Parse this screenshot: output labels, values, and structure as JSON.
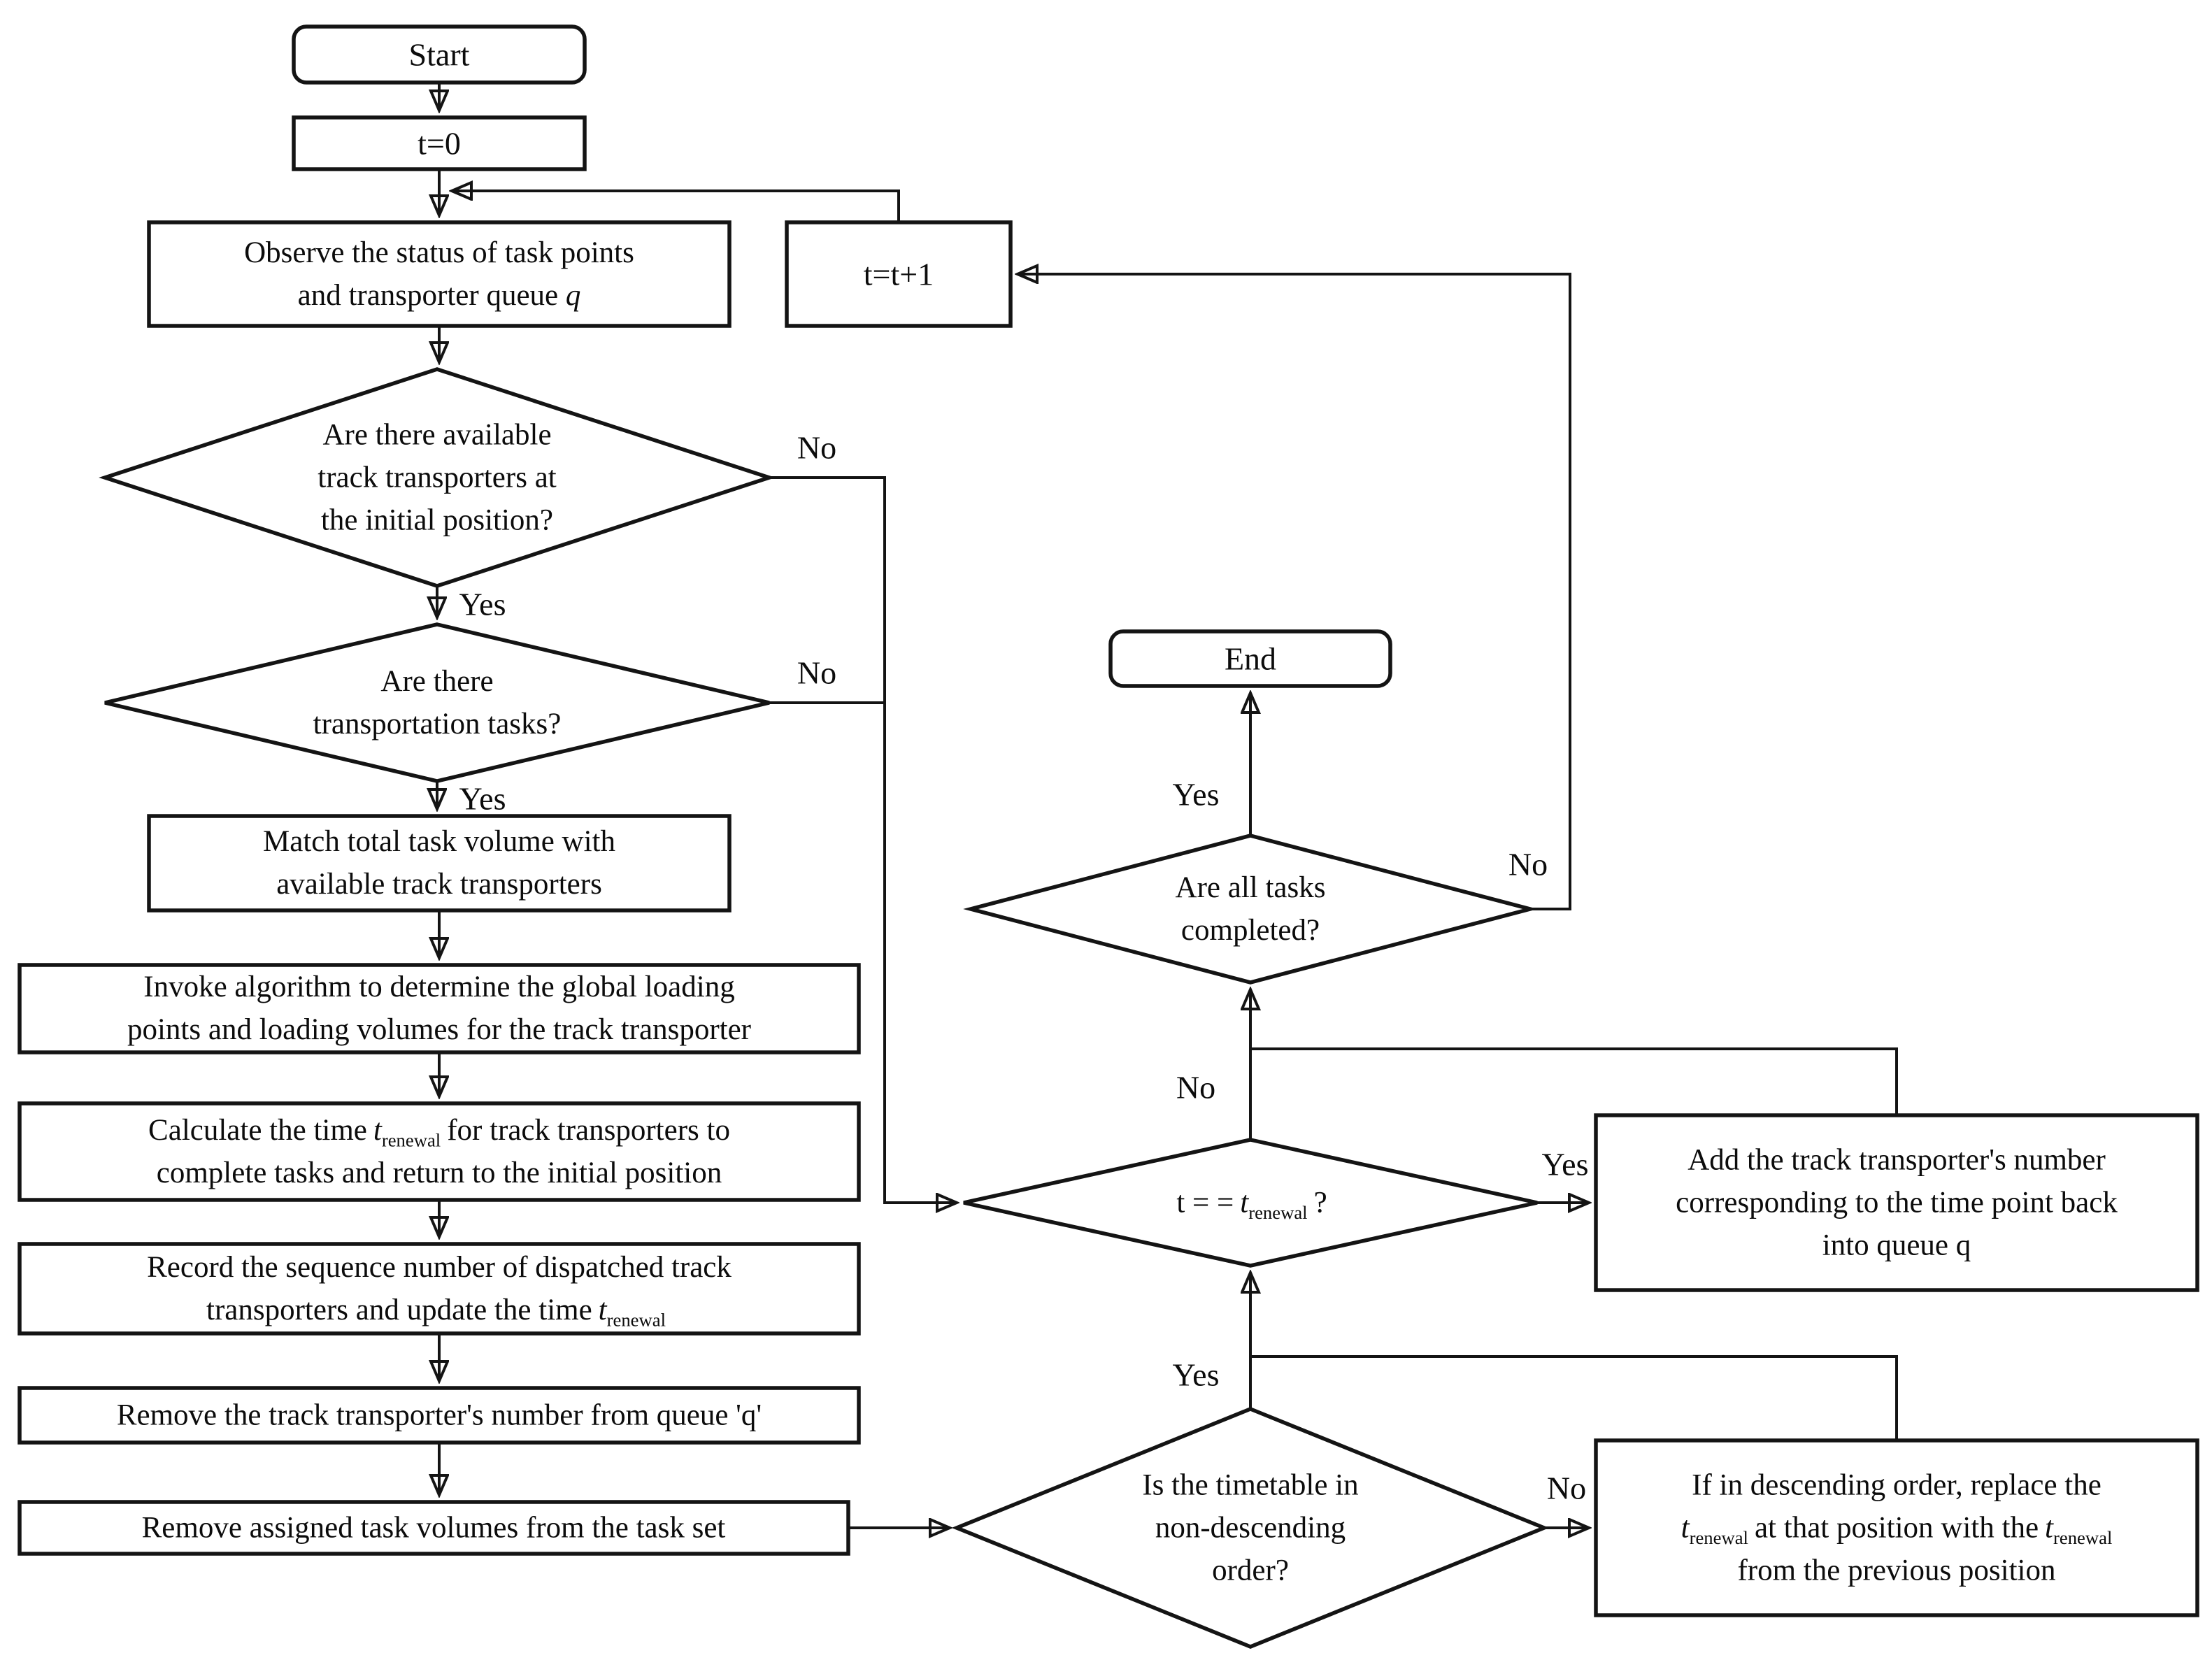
{
  "colors": {
    "ink": "#141414",
    "paper": "#ffffff"
  },
  "labels": {
    "yes": "Yes",
    "no": "No"
  },
  "sym": {
    "t": "t",
    "sub": "renewal"
  },
  "nodes": {
    "start": {
      "label": "Start"
    },
    "t0": {
      "label": "t=0"
    },
    "observe": {
      "line1": "Observe the status of task points",
      "line2_pre": "and transporter queue",
      "line2_it": "q"
    },
    "tplus": {
      "label": "t=t+1"
    },
    "d1": {
      "line1": "Are there available",
      "line2": "track transporters at",
      "line3": "the initial position?"
    },
    "d2": {
      "line1": "Are there",
      "line2": "transportation tasks?"
    },
    "match": {
      "line1": "Match total task volume with",
      "line2": "available track transporters"
    },
    "invoke": {
      "line1": "Invoke algorithm to determine the global loading",
      "line2": "points and loading volumes for the track transporter"
    },
    "calc": {
      "line1_pre": "Calculate the time",
      "line1_post": "for track transporters to",
      "line2": "complete tasks and return to the initial position"
    },
    "record": {
      "line1": "Record the sequence number of dispatched track",
      "line2_pre": "transporters and update the time"
    },
    "removeq": {
      "label": "Remove the track transporter's number from queue 'q'"
    },
    "removetask": {
      "label": "Remove assigned task volumes from the task set"
    },
    "end": {
      "label": "End"
    },
    "d3": {
      "line1": "Are all tasks",
      "line2": "completed?"
    },
    "d4": {
      "pre": "t = =",
      "post": "?"
    },
    "addq": {
      "line1": "Add the track transporter's number",
      "line2": "corresponding to the time point back",
      "line3": "into queue q"
    },
    "d5": {
      "line1": "Is the timetable in",
      "line2": "non-descending",
      "line3": "order?"
    },
    "desc": {
      "line1": "If in descending order, replace the",
      "line2_mid": "at that position with the",
      "line3": "from the previous position"
    }
  }
}
